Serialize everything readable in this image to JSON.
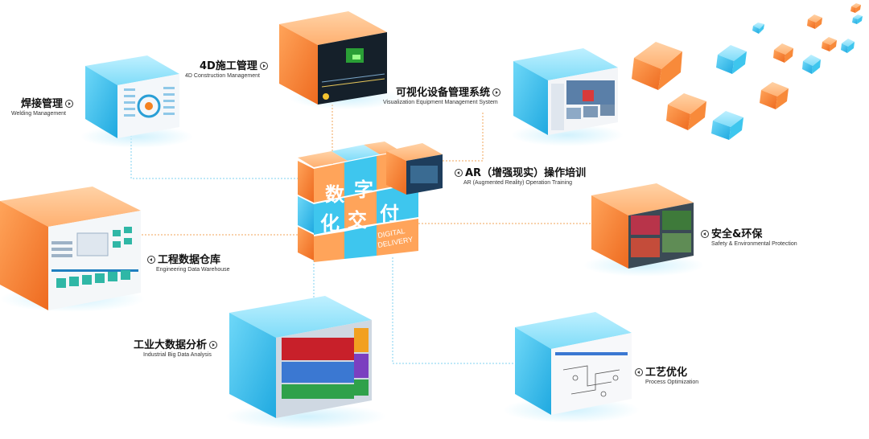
{
  "center": {
    "chars": [
      "数",
      "字",
      "化",
      "交",
      "付"
    ],
    "en_line1": "DIGITAL",
    "en_line2": "DELIVERY"
  },
  "modules": {
    "welding": {
      "title": "焊接管理",
      "subtitle": "Welding Management"
    },
    "construction4d": {
      "title": "4D施工管理",
      "subtitle": "4D Construction Management"
    },
    "equipment": {
      "title": "可视化设备管理系统",
      "subtitle": "Visualization Equipment Management System"
    },
    "ar": {
      "title": "AR（增强现实）操作培训",
      "subtitle": "AR (Augmented Reality) Operation Training"
    },
    "safety": {
      "title": "安全&环保",
      "subtitle": "Safety & Environmental Protection"
    },
    "warehouse": {
      "title": "工程数据仓库",
      "subtitle": "Engineering Data Warehouse"
    },
    "bigdata": {
      "title": "工业大数据分析",
      "subtitle": "Industrial Big Data Analysis"
    },
    "process": {
      "title": "工艺优化",
      "subtitle": "Process Optimization"
    }
  },
  "colors": {
    "orange": "#f7883a",
    "orange_dark": "#e2651d",
    "blue": "#3ec6ee",
    "blue_dark": "#1aa4d8",
    "connector": "#f2a65a",
    "connector_blue": "#7fd0f0"
  }
}
